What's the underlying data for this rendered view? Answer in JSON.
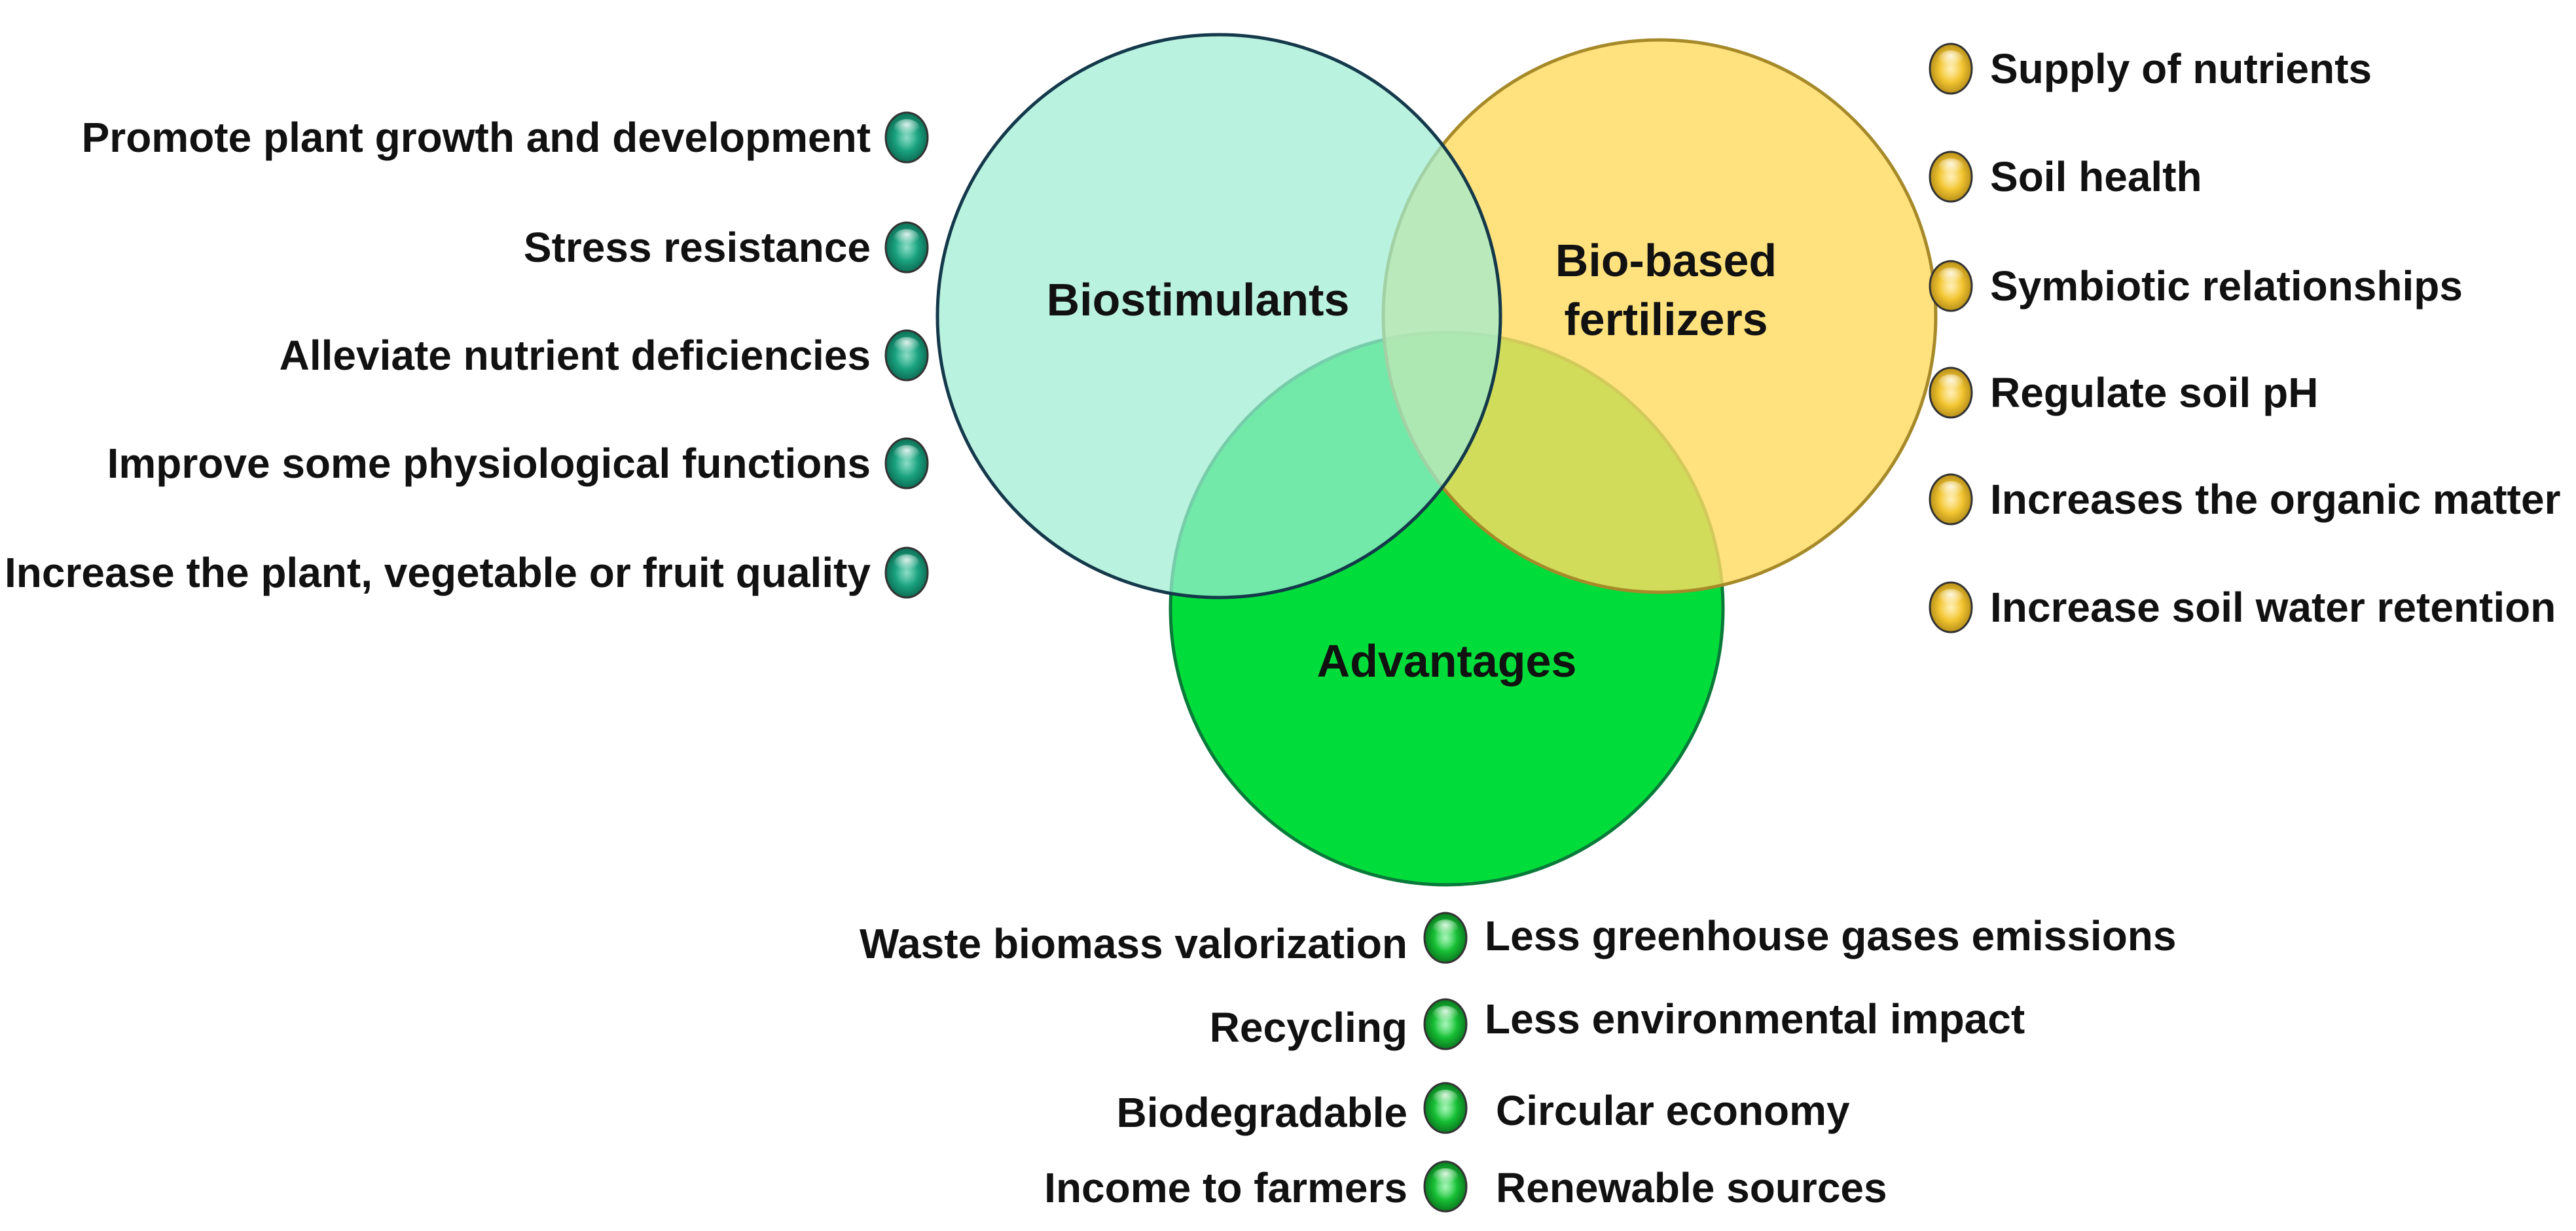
{
  "colors": {
    "biostimulants_fill": "#a8f0d8",
    "biostimulants_bullet": "#2fbf98",
    "fertilizers_fill": "#ffe27a",
    "fertilizers_bullet": "#f2c531",
    "advantages_fill": "#00dd3a",
    "advantages_bullet": "#1ec43c",
    "text": "#111111"
  },
  "circles": {
    "biostimulants": {
      "label": "Biostimulants"
    },
    "fertilizers": {
      "label_line1": "Bio-based",
      "label_line2": "fertilizers"
    },
    "advantages": {
      "label": "Advantages"
    }
  },
  "lists": {
    "biostimulants": [
      "Promote plant growth and development",
      "Stress resistance",
      "Alleviate nutrient deficiencies",
      "Improve some physiological functions",
      "Increase the plant, vegetable or fruit quality"
    ],
    "fertilizers": [
      "Supply of nutrients",
      "Soil health",
      "Symbiotic relationships",
      "Regulate soil pH",
      "Increases the organic matter",
      "Increase soil water retention"
    ],
    "advantages_left": [
      "Waste biomass valorization",
      "Recycling",
      "Biodegradable",
      "Income to farmers"
    ],
    "advantages_right": [
      "Less greenhouse gases emissions",
      "Less environmental impact",
      "Circular economy",
      "Renewable sources"
    ]
  }
}
